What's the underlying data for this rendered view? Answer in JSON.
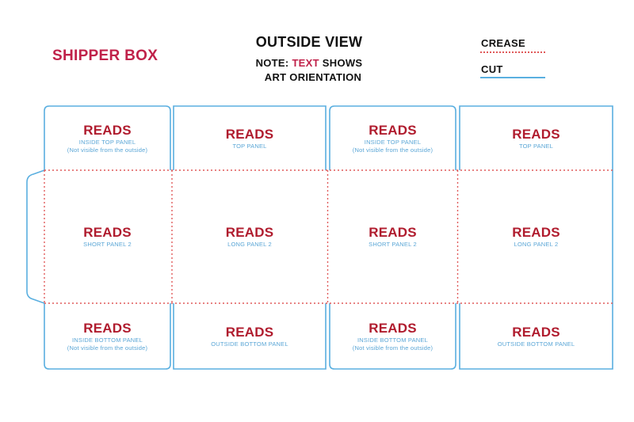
{
  "header": {
    "title": "SHIPPER BOX",
    "view": "OUTSIDE VIEW",
    "note_prefix": "NOTE: ",
    "note_highlight": "TEXT",
    "note_suffix": " SHOWS",
    "note_line2": "ART ORIENTATION"
  },
  "legend": {
    "crease": {
      "label": "CREASE",
      "color": "#e05a5a",
      "style": "dotted"
    },
    "cut": {
      "label": "CUT",
      "color": "#5aafe0",
      "style": "solid"
    }
  },
  "colors": {
    "title": "#c0224a",
    "reads": "#b01c2e",
    "panel_sub": "#5aa6d6",
    "cut_line": "#5aafe0",
    "crease_line": "#e05a5a"
  },
  "panels": [
    {
      "id": "r1c1",
      "reads": "READS",
      "sub": "INSIDE TOP PANEL",
      "sub2": "(Not visible from the outside)"
    },
    {
      "id": "r1c2",
      "reads": "READS",
      "sub": "TOP PANEL",
      "sub2": ""
    },
    {
      "id": "r1c3",
      "reads": "READS",
      "sub": "INSIDE TOP PANEL",
      "sub2": "(Not visible from the outside)"
    },
    {
      "id": "r1c4",
      "reads": "READS",
      "sub": "TOP PANEL",
      "sub2": ""
    },
    {
      "id": "r2c1",
      "reads": "READS",
      "sub": "SHORT PANEL 2",
      "sub2": ""
    },
    {
      "id": "r2c2",
      "reads": "READS",
      "sub": "LONG PANEL 2",
      "sub2": ""
    },
    {
      "id": "r2c3",
      "reads": "READS",
      "sub": "SHORT PANEL 2",
      "sub2": ""
    },
    {
      "id": "r2c4",
      "reads": "READS",
      "sub": "LONG PANEL 2",
      "sub2": ""
    },
    {
      "id": "r3c1",
      "reads": "READS",
      "sub": "INSIDE BOTTOM PANEL",
      "sub2": "(Not visible from the outside)"
    },
    {
      "id": "r3c2",
      "reads": "READS",
      "sub": "OUTSIDE BOTTOM PANEL",
      "sub2": ""
    },
    {
      "id": "r3c3",
      "reads": "READS",
      "sub": "INSIDE BOTTOM PANEL",
      "sub2": "(Not visible from the outside)"
    },
    {
      "id": "r3c4",
      "reads": "READS",
      "sub": "OUTSIDE BOTTOM PANEL",
      "sub2": ""
    }
  ]
}
